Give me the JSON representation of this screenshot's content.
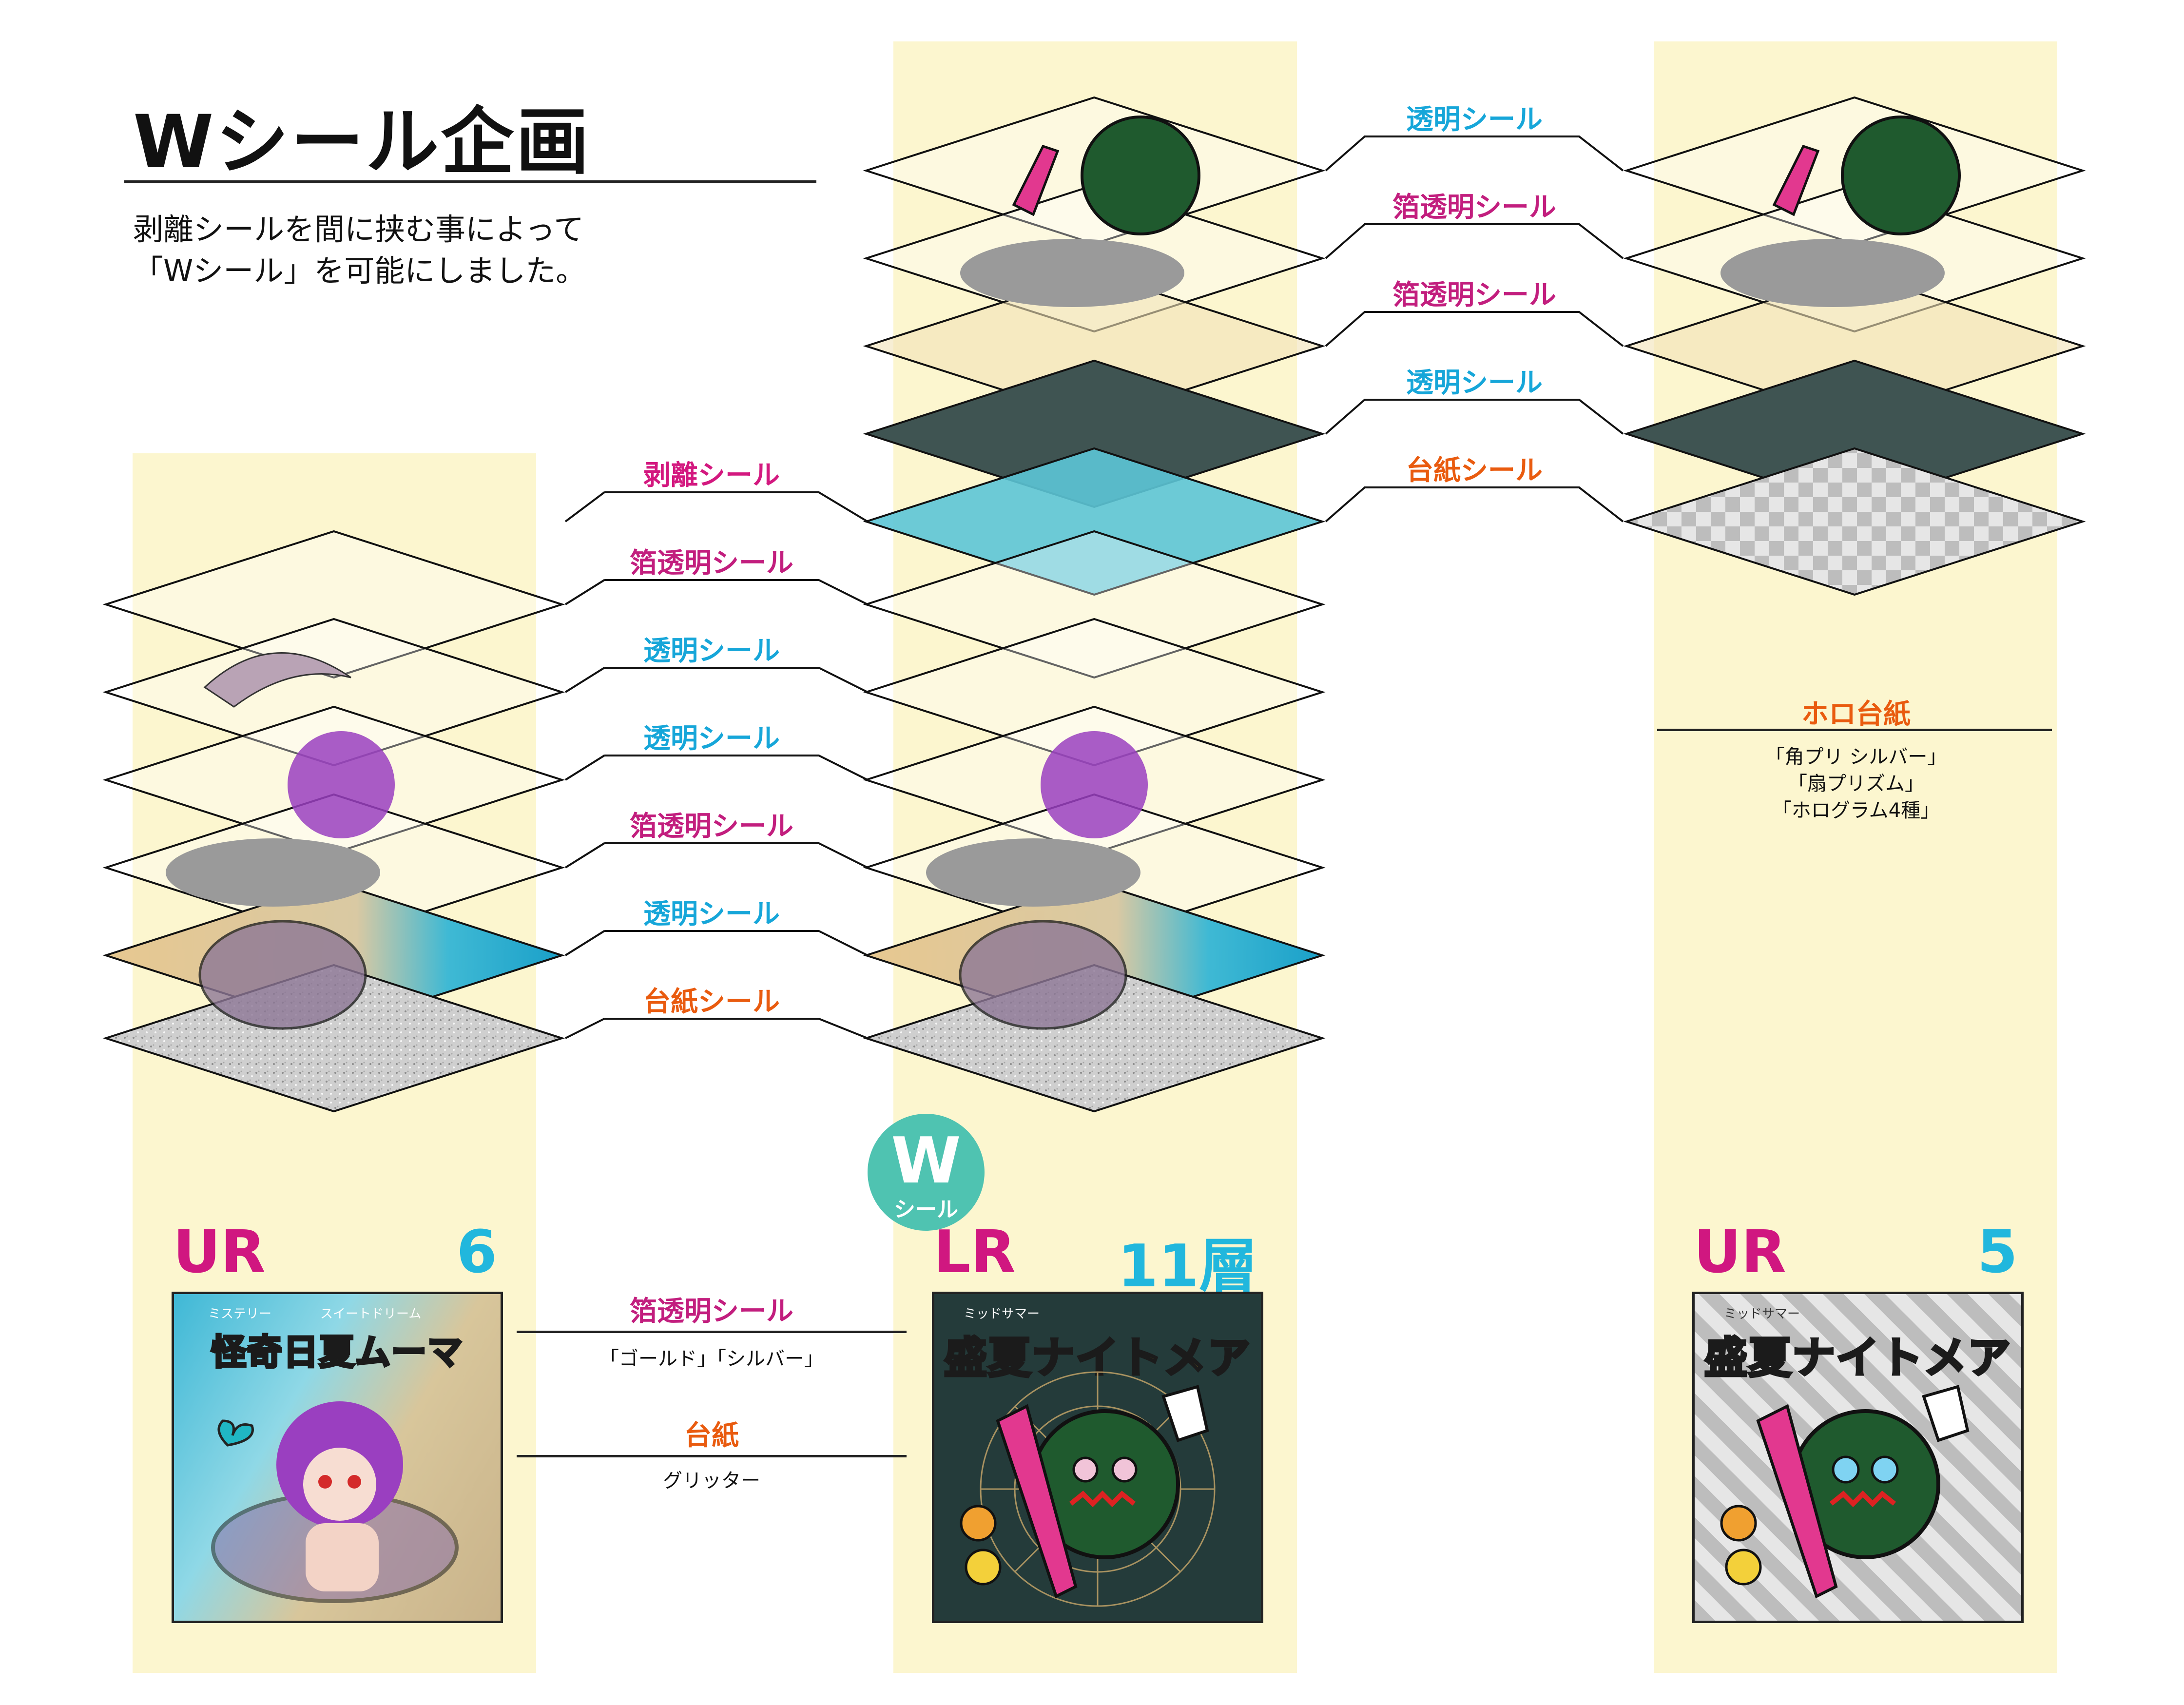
{
  "title": "Wシール企画",
  "intro": [
    "剥離シールを間に挟む事によって",
    "「Wシール」を可能にしました。"
  ],
  "badge": {
    "big": "W",
    "small": "シール"
  },
  "colors": {
    "column_bg": "#fcf6cf",
    "pink": "#d3187f",
    "magenta": "#c21e7e",
    "cyan": "#16a6d9",
    "orange": "#e95b0f",
    "badge": "#4fc3b1",
    "layer_count": "#21b7dd"
  },
  "left_stack_labels": [
    {
      "text": "剥離シール",
      "color": "pink"
    },
    {
      "text": "箔透明シール",
      "color": "magenta"
    },
    {
      "text": "透明シール",
      "color": "cyan"
    },
    {
      "text": "透明シール",
      "color": "cyan"
    },
    {
      "text": "箔透明シール",
      "color": "magenta"
    },
    {
      "text": "透明シール",
      "color": "cyan"
    },
    {
      "text": "台紙シール",
      "color": "orange"
    }
  ],
  "right_stack_labels": [
    {
      "text": "透明シール",
      "color": "cyan"
    },
    {
      "text": "箔透明シール",
      "color": "magenta"
    },
    {
      "text": "箔透明シール",
      "color": "magenta"
    },
    {
      "text": "透明シール",
      "color": "cyan"
    },
    {
      "text": "台紙シール",
      "color": "orange"
    }
  ],
  "holo": {
    "heading": "ホロ台紙",
    "options": [
      "「角プリ シルバー」",
      "「扇プリズム」",
      "「ホログラム4種」"
    ]
  },
  "cards": [
    {
      "rank": "UR",
      "layers": "6層",
      "title": "怪奇日夏ムーマ",
      "sub": [
        "ミステリー",
        "スイートドリーム"
      ]
    },
    {
      "rank": "LR",
      "layers": "11層",
      "title": "盛夏ナイトメア",
      "sub": [
        "ミッドサマー"
      ]
    },
    {
      "rank": "UR",
      "layers": "5層",
      "title": "盛夏ナイトメア",
      "sub": [
        "ミッドサマー"
      ]
    }
  ],
  "middle_labels": [
    {
      "text": "箔透明シール",
      "note": "「ゴールド」「シルバー」",
      "color": "magenta"
    },
    {
      "text": "台紙",
      "note": "グリッター",
      "color": "orange"
    }
  ]
}
